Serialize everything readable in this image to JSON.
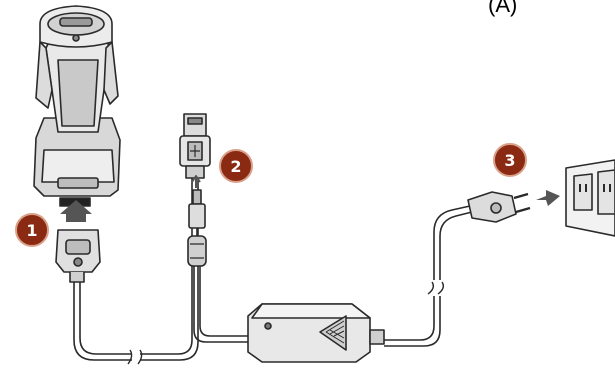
{
  "corner_label": "(A)",
  "steps": [
    {
      "number": "1",
      "component": "cradle-connector-cable"
    },
    {
      "number": "2",
      "component": "usb-dc-cable"
    },
    {
      "number": "3",
      "component": "ac-power-plug"
    }
  ],
  "colors": {
    "badge": "#8b2a12",
    "badge_ring": "#d9a08a",
    "outline": "#2a2a2a",
    "device_fill": "#e6e6e6",
    "device_shade": "#c9c9c9",
    "arrow": "#555555",
    "outlet_fill": "#f2f2f2"
  },
  "icons": {
    "cradle": "scanner-cradle-icon",
    "arrow": "arrow-up-icon",
    "plug": "ac-plug-icon",
    "outlet": "wall-outlet-icon",
    "adapter": "power-adapter-icon"
  }
}
